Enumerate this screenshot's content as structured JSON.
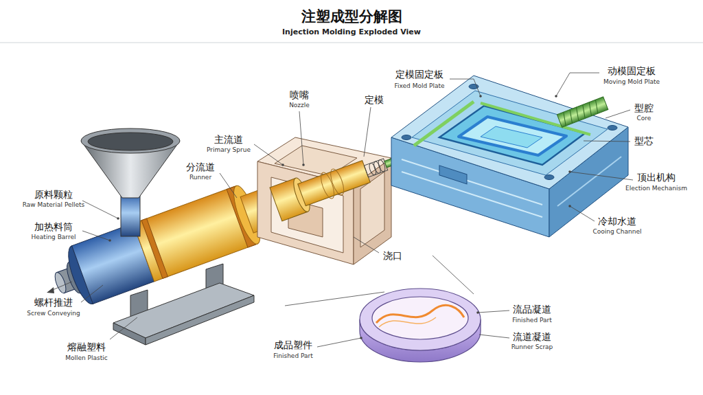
{
  "diagram": {
    "title": "注塑成型分解图",
    "labels": [
      "Injection Molding Exploded View",
      "原料颗粒",
      "Raw Material Pellets",
      "加热料筒",
      "Heating Barrel",
      "螺杆推进",
      "Screw Conveying",
      "熔融塑料",
      "Mollen Plastic",
      "主流道",
      "Primary Sprue",
      "分流道",
      "Runner",
      "喷嘴",
      "Nozzle",
      "定模",
      "浇口",
      "定模固定板",
      "Fixed Mold Plate",
      "动模固定板",
      "Moving Mold Plate",
      "型腔",
      "Core",
      "型芯",
      "顶出机构",
      "Election Mechanism",
      "冷却水道",
      "Cooing Channel",
      "流品凝道",
      "Finished Part",
      "流道凝道",
      "Runner Scrap",
      "成品塑件",
      "Finished Part"
    ]
  }
}
